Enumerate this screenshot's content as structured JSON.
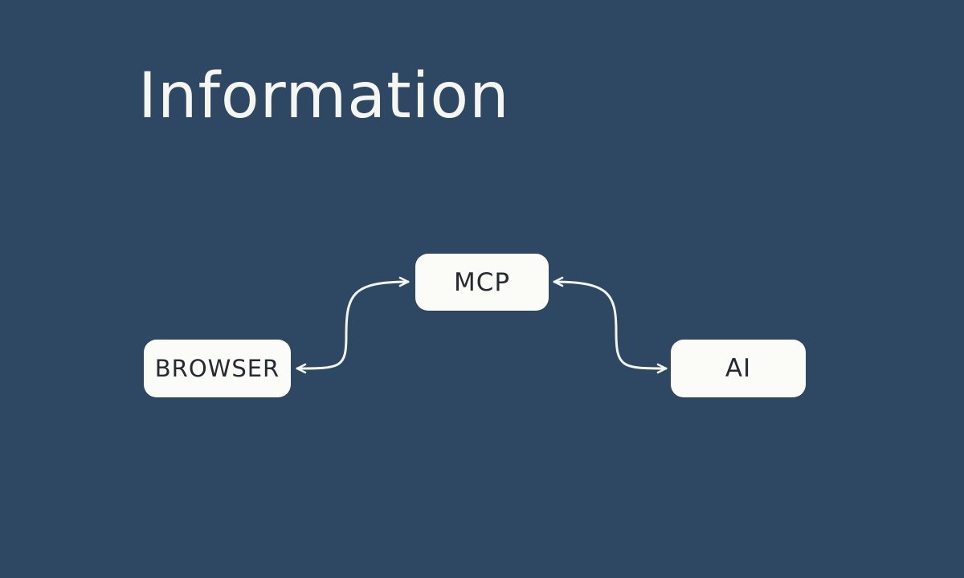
{
  "diagram": {
    "title": "Information",
    "nodes": [
      {
        "id": "browser",
        "label": "BROWSER"
      },
      {
        "id": "mcp",
        "label": "MCP"
      },
      {
        "id": "ai",
        "label": "AI"
      }
    ],
    "edges": [
      {
        "from": "browser",
        "to": "mcp",
        "direction": "both"
      },
      {
        "from": "mcp",
        "to": "ai",
        "direction": "both"
      }
    ]
  },
  "colors": {
    "background": "#2e4763",
    "node_fill": "#fbfbf8",
    "node_text": "#252a33",
    "title_text": "#f5f5f1",
    "connector": "#f3f3ef"
  }
}
